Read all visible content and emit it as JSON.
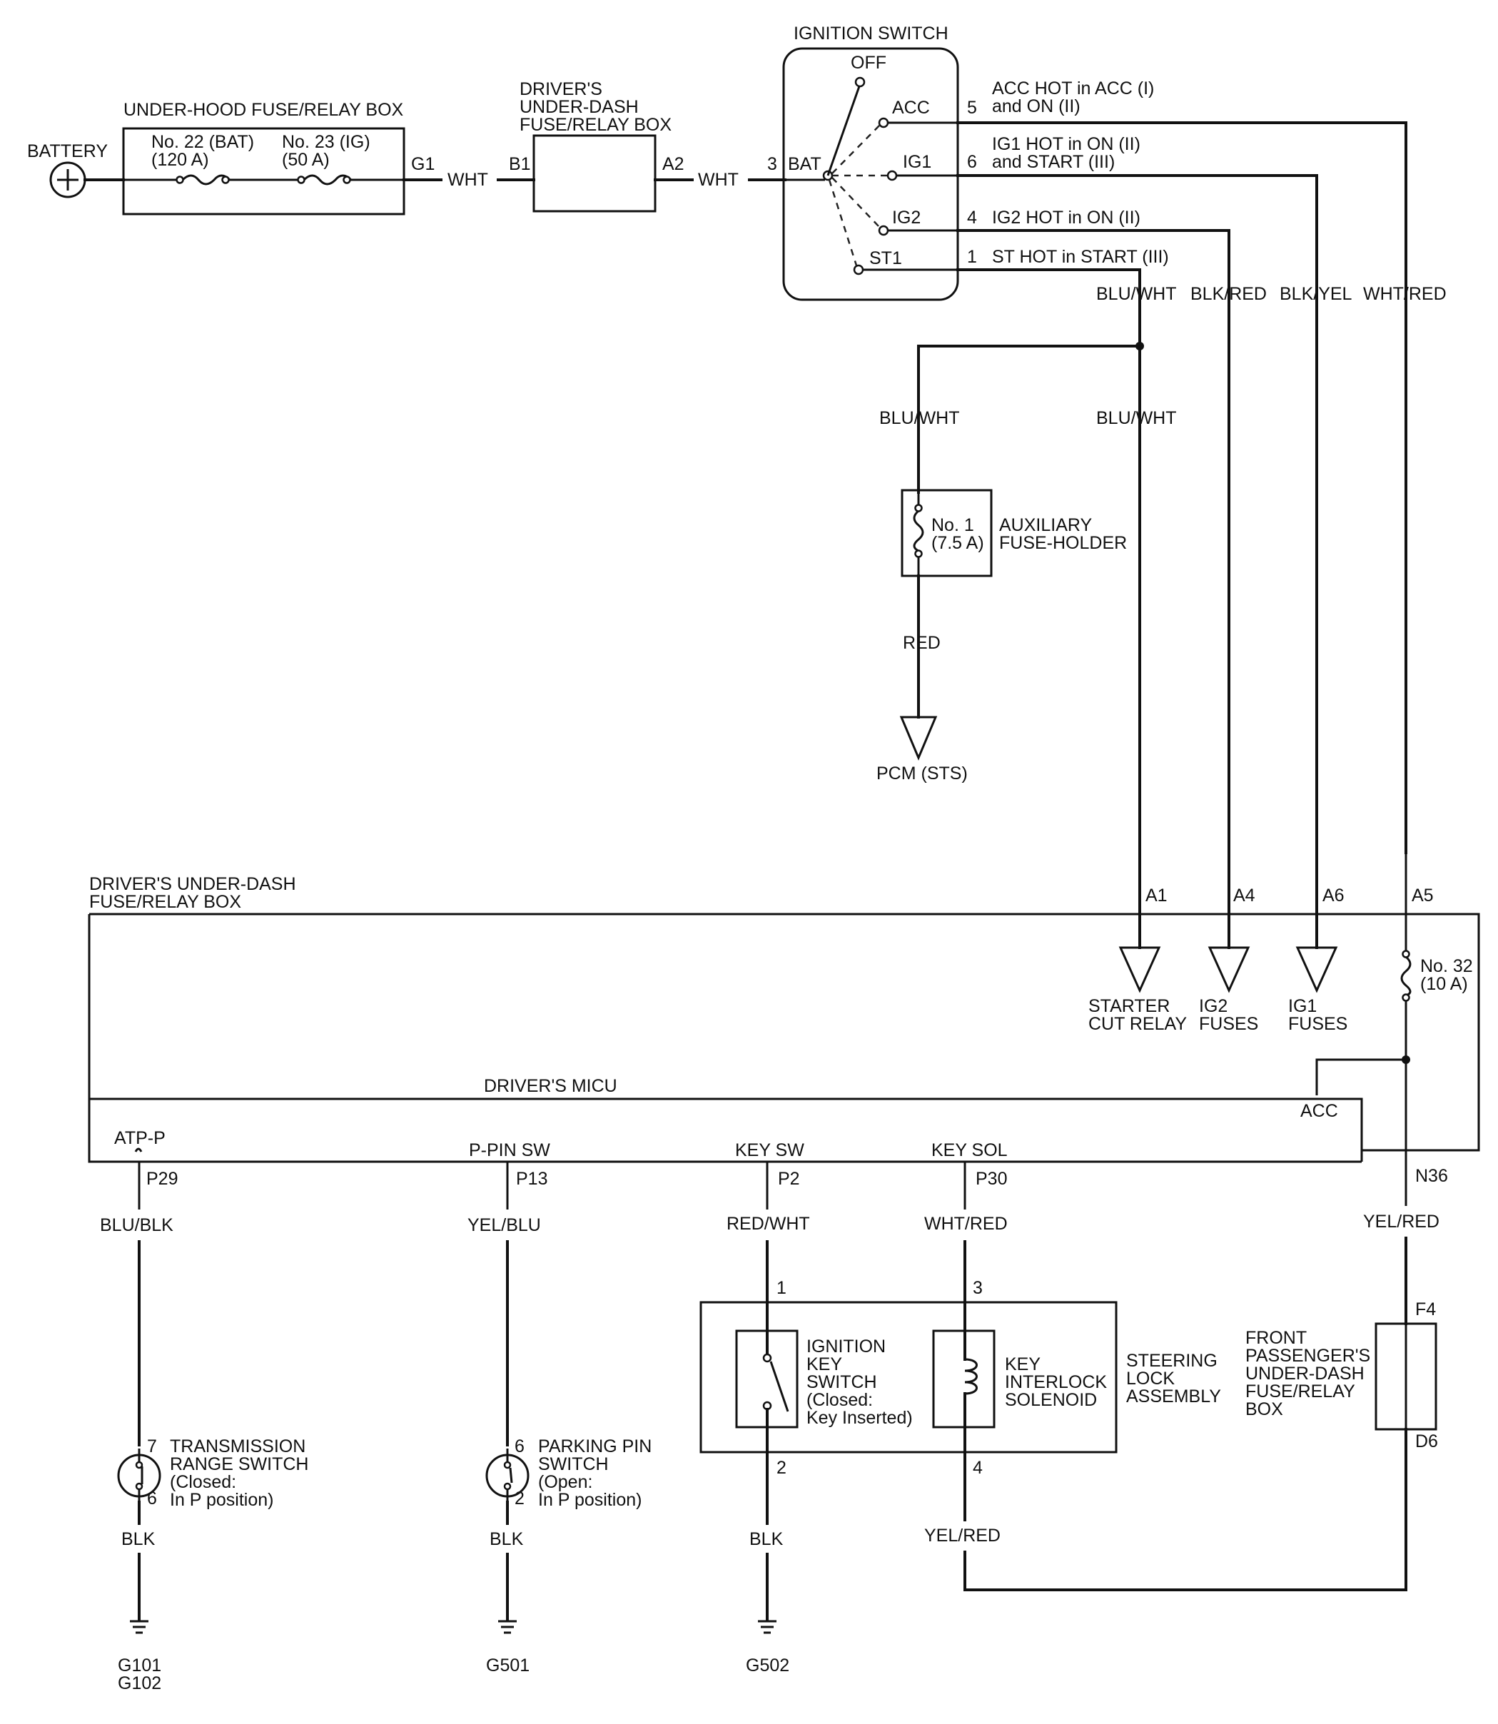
{
  "battery": {
    "label": "BATTERY"
  },
  "underhood": {
    "title": "UNDER-HOOD FUSE/RELAY BOX",
    "fuse22_line1": "No. 22 (BAT)",
    "fuse22_line2": "(120 A)",
    "fuse23_line1": "No. 23 (IG)",
    "fuse23_line2": "(50 A)",
    "out_pin": "G1"
  },
  "wire_wht_1": "WHT",
  "driver_box_top": {
    "title_line1": "DRIVER'S",
    "title_line2": "UNDER-DASH",
    "title_line3": "FUSE/RELAY BOX",
    "in_pin": "B1",
    "out_pin": "A2"
  },
  "wire_wht_2": "WHT",
  "ignition": {
    "title": "IGNITION SWITCH",
    "bat_pin": "3",
    "bat_label": "BAT",
    "positions": {
      "off": "OFF",
      "acc": "ACC",
      "ig1": "IG1",
      "ig2": "IG2",
      "st1": "ST1"
    },
    "pins": {
      "acc": "5",
      "ig1": "6",
      "ig2": "4",
      "st1": "1"
    },
    "desc": {
      "acc_1": "ACC HOT in ACC (I)",
      "acc_2": "and ON (II)",
      "ig1_1": "IG1 HOT in ON (II)",
      "ig1_2": "and START (III)",
      "ig2": "IG2 HOT in ON (II)",
      "st1": "ST HOT in START (III)"
    }
  },
  "wires_top": {
    "st1": "BLU/WHT",
    "ig2": "BLK/RED",
    "ig1": "BLK/YEL",
    "acc": "WHT/RED"
  },
  "branch": {
    "left": "BLU/WHT",
    "right": "BLU/WHT"
  },
  "aux_fuse": {
    "line1": "No. 1",
    "line2": "(7.5 A)",
    "title_line1": "AUXILIARY",
    "title_line2": "FUSE-HOLDER"
  },
  "wire_red": "RED",
  "pcm": "PCM (STS)",
  "driver_box_main": {
    "title_line1": "DRIVER'S UNDER-DASH",
    "title_line2": "FUSE/RELAY BOX",
    "pins": {
      "a1": "A1",
      "a4": "A4",
      "a6": "A6",
      "a5": "A5"
    },
    "outputs": {
      "starter_1": "STARTER",
      "starter_2": "CUT RELAY",
      "ig2_1": "IG2",
      "ig2_2": "FUSES",
      "ig1_1": "IG1",
      "ig1_2": "FUSES"
    },
    "fuse32_1": "No. 32",
    "fuse32_2": "(10 A)"
  },
  "micu": {
    "title": "DRIVER'S MICU",
    "acc": "ACC",
    "signals": {
      "atp": "ATP-P",
      "ppin": "P-PIN SW",
      "keysw": "KEY SW",
      "keysol": "KEY SOL"
    },
    "pins": {
      "atp": "P29",
      "ppin": "P13",
      "keysw": "P2",
      "keysol": "P30",
      "n36": "N36"
    }
  },
  "wires_bottom": {
    "atp": "BLU/BLK",
    "ppin": "YEL/BLU",
    "keysw": "RED/WHT",
    "keysol": "WHT/RED",
    "n36": "YEL/RED",
    "gnd1": "BLK",
    "gnd2": "BLK",
    "gnd3": "BLK",
    "sol_out": "YEL/RED"
  },
  "trans_switch": {
    "pin_top": "7",
    "pin_bot": "6",
    "line1": "TRANSMISSION",
    "line2": "RANGE SWITCH",
    "line3": "(Closed:",
    "line4": "In P position)"
  },
  "park_switch": {
    "pin_top": "6",
    "pin_bot": "2",
    "line1": "PARKING PIN",
    "line2": "SWITCH",
    "line3": "(Open:",
    "line4": "In P position)"
  },
  "steering": {
    "pin1": "1",
    "pin2": "2",
    "pin3": "3",
    "pin4": "4",
    "key_sw_1": "IGNITION",
    "key_sw_2": "KEY",
    "key_sw_3": "SWITCH",
    "key_sw_4": "(Closed:",
    "key_sw_5": "Key Inserted)",
    "sol_1": "KEY",
    "sol_2": "INTERLOCK",
    "sol_3": "SOLENOID",
    "asm_1": "STEERING",
    "asm_2": "LOCK",
    "asm_3": "ASSEMBLY"
  },
  "front_pass": {
    "pin_top": "F4",
    "pin_bot": "D6",
    "line1": "FRONT",
    "line2": "PASSENGER'S",
    "line3": "UNDER-DASH",
    "line4": "FUSE/RELAY",
    "line5": "BOX"
  },
  "grounds": {
    "g1_1": "G101",
    "g1_2": "G102",
    "g2": "G501",
    "g3": "G502"
  }
}
